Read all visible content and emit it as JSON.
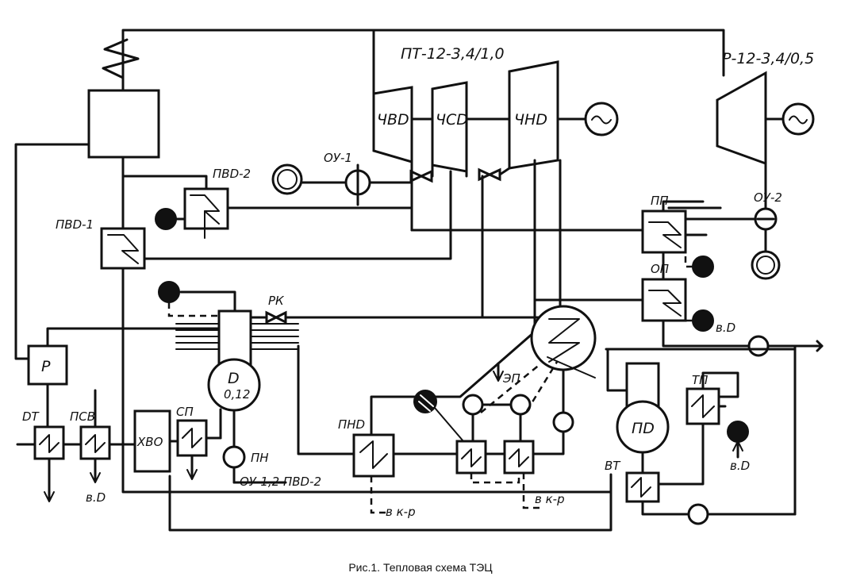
{
  "caption": "Рис.1. Тепловая схема ТЭЦ",
  "turbines": {
    "pt": "ПТ-12-3,4/1,0",
    "r": "Р-12-3,4/0,5",
    "hp": "ЧВD",
    "ip": "ЧСD",
    "lp": "ЧНD"
  },
  "equipment": {
    "pvd2": "ПВD-2",
    "pvd1": "ПВD-1",
    "ou1": "ОУ-1",
    "ou2": "ОУ-2",
    "rk": "РК",
    "p": "Р",
    "dt": "DТ",
    "psv": "ПСВ",
    "hvo": "ХВО",
    "sp": "СП",
    "deaerator_d": "D",
    "deaerator_p": "0,12",
    "pn": "ПН",
    "ou12_pvd2": "ОУ-1,2  ПВD-2",
    "pnd": "ПНD",
    "ep": "ЭП",
    "pp": "ПП",
    "op": "ОП",
    "pd": "ПD",
    "tp": "ТП",
    "vt": "ВТ"
  },
  "flows": {
    "vd_psv": "в.D",
    "vd_op": "в.D",
    "vd_tp": "в.D",
    "vkr_1": "в к-р",
    "vkr_2": "в к-р"
  }
}
